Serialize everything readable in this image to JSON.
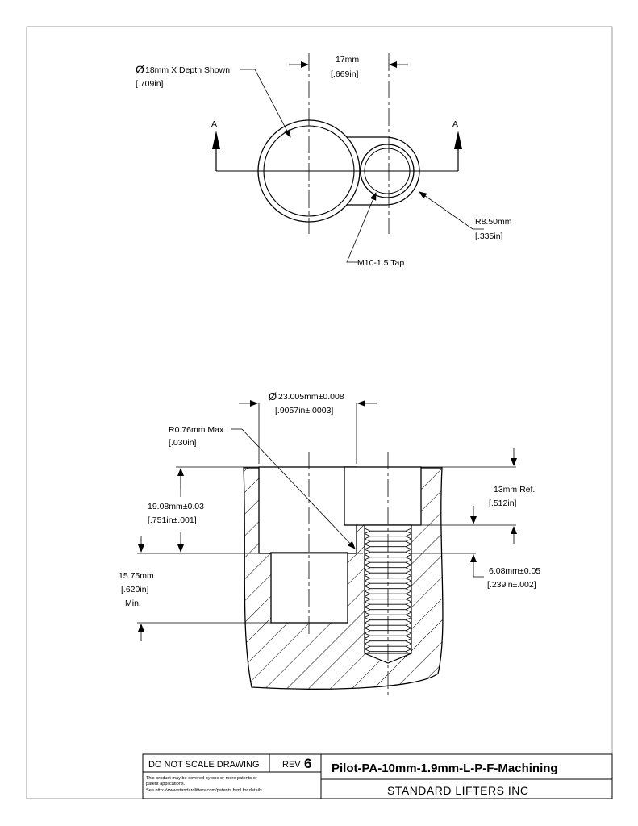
{
  "drawing": {
    "view_labels": {
      "a_left": "A",
      "a_right": "A"
    },
    "top_view": {
      "bore_diameter": {
        "symbol": "Ø",
        "mm": "18mm X Depth Shown",
        "in": ".709in"
      },
      "center_distance": {
        "mm": "17mm",
        "in": ".669in"
      },
      "radius": {
        "mm": "R8.50mm",
        "in": ".335in"
      },
      "tap": "M10-1.5 Tap"
    },
    "section_view": {
      "diameter": {
        "symbol": "Ø",
        "mm": "23.005mm±0.008",
        "in": ".9057in±.0003"
      },
      "corner_radius": {
        "mm": "R0.76mm Max.",
        "in": ".030in"
      },
      "depth_1": {
        "mm": "19.08mm±0.03",
        "in": ".751in±.001"
      },
      "depth_2": {
        "mm": "15.75mm",
        "in": ".620in",
        "note": "Min."
      },
      "tap_depth_ref": {
        "mm": "13mm  Ref.",
        "in": ".512in"
      },
      "step": {
        "mm": "6.08mm±0.05",
        "in": ".239in±.002"
      }
    }
  },
  "title_block": {
    "do_not_scale": "DO NOT SCALE DRAWING",
    "rev_label": "REV",
    "rev_value": "6",
    "patent_line_1": "This product may be covered by one or more patents or",
    "patent_line_2": "patent applications.",
    "patent_line_3": "See http://www.standardlifters.com/patents.html for details.",
    "title": "Pilot-PA-10mm-1.9mm-L-P-F-Machining",
    "company": "STANDARD LIFTERS INC"
  }
}
